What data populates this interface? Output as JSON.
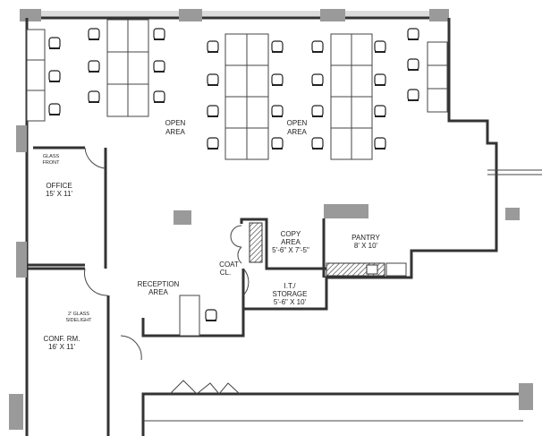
{
  "rooms": {
    "open_area_1": {
      "line1": "OPEN",
      "line2": "AREA"
    },
    "open_area_2": {
      "line1": "OPEN",
      "line2": "AREA"
    },
    "office": {
      "name": "OFFICE",
      "size": "15' X 11'"
    },
    "glass_front": {
      "line1": "GLASS",
      "line2": "FRONT"
    },
    "conf_rm": {
      "name": "CONF. RM.",
      "size": "16' X 11'"
    },
    "glass_sidelight": {
      "line1": "2' GLASS",
      "line2": "SIDELIGHT"
    },
    "reception": {
      "line1": "RECEPTION",
      "line2": "AREA"
    },
    "coat_closet": {
      "line1": "COAT",
      "line2": "CL."
    },
    "copy_area": {
      "line1": "COPY",
      "line2": "AREA",
      "size": "5'-6\" X 7'-5\""
    },
    "it_storage": {
      "line1": "I.T./",
      "line2": "STORAGE",
      "size": "5'-6\" X 10'"
    },
    "pantry": {
      "name": "PANTRY",
      "size": "8' X 10'"
    }
  }
}
